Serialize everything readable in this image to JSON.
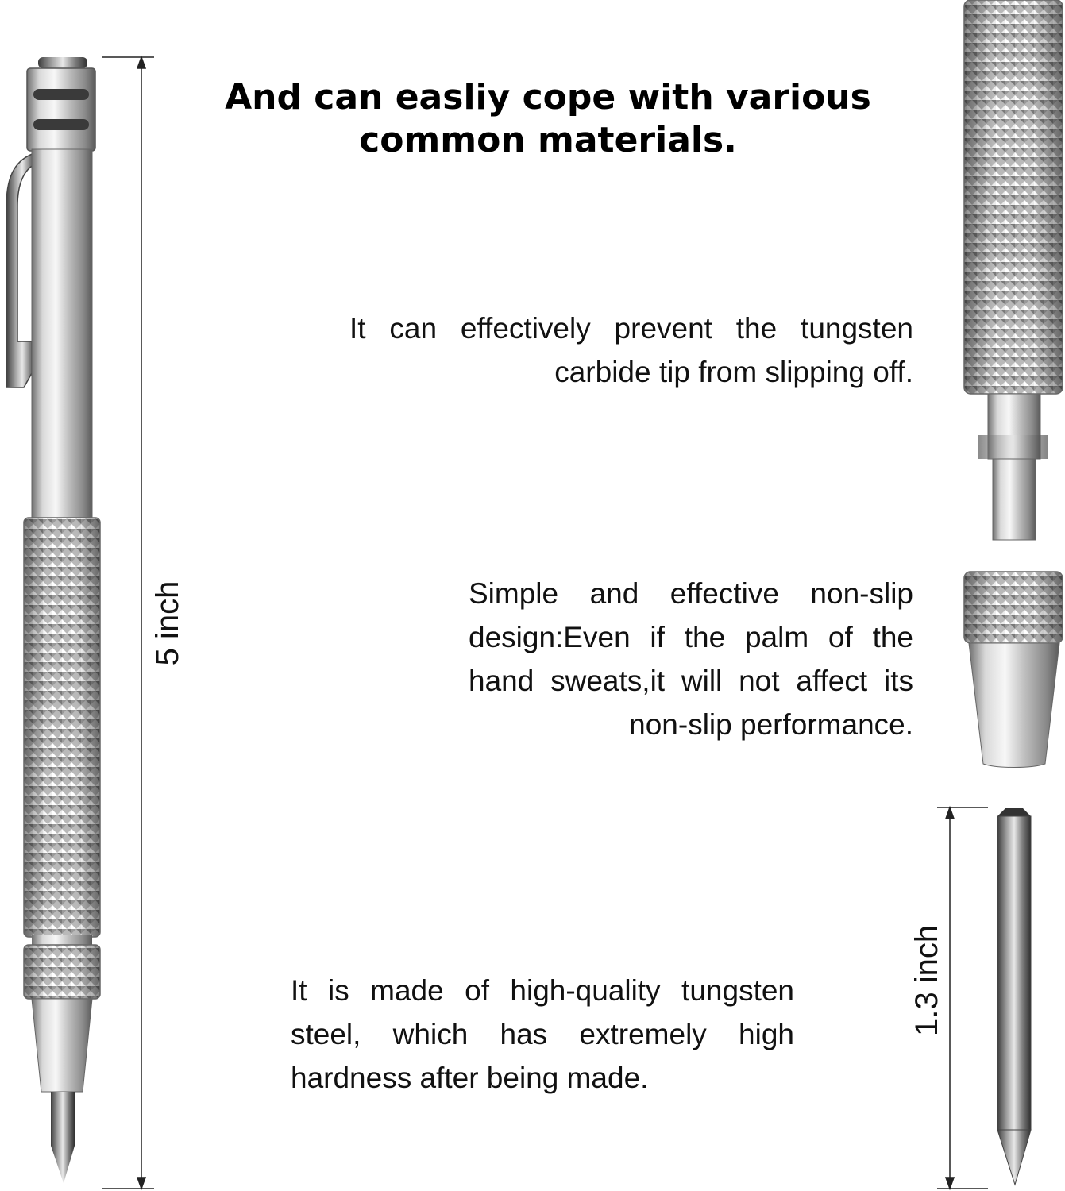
{
  "headline": {
    "line1": "And can easliy cope with various",
    "line2": "common materials."
  },
  "features": {
    "tip_grip": "It can effectively prevent the tungsten carbide tip from slipping off.",
    "non_slip": "Simple and effective non-slip design:Even if the palm of the hand sweats,it will not affect its non-slip performance.",
    "tungsten_steel": "It is made of  high-quality tungsten steel, which has extremely high hardness after being made."
  },
  "dimensions": {
    "overall_length": "5 inch",
    "tip_length": "1.3 inch"
  }
}
